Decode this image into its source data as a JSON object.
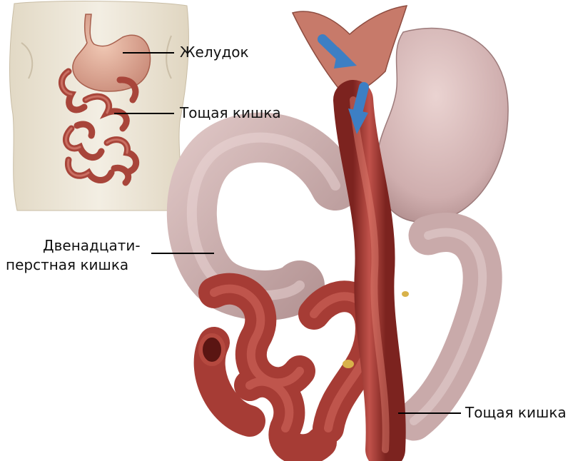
{
  "labels": {
    "stomach": "Желудок",
    "jejunum_small": "Тощая кишка",
    "duodenum_line1": "Двенадцати-",
    "duodenum_line2": "перстная кишка",
    "jejunum_large": "Тощая кишка"
  },
  "colors": {
    "background": "#ffffff",
    "intestine": "#b5423c",
    "intestine_dark": "#8a2a26",
    "stomach_pink": "#d7b8b8",
    "skin": "#ece4d4",
    "arrow_blue": "#3d7fc4",
    "label_text": "#111111"
  },
  "icons": [
    "torso-illustration",
    "bypass-illustration",
    "flow-arrow-icon"
  ]
}
